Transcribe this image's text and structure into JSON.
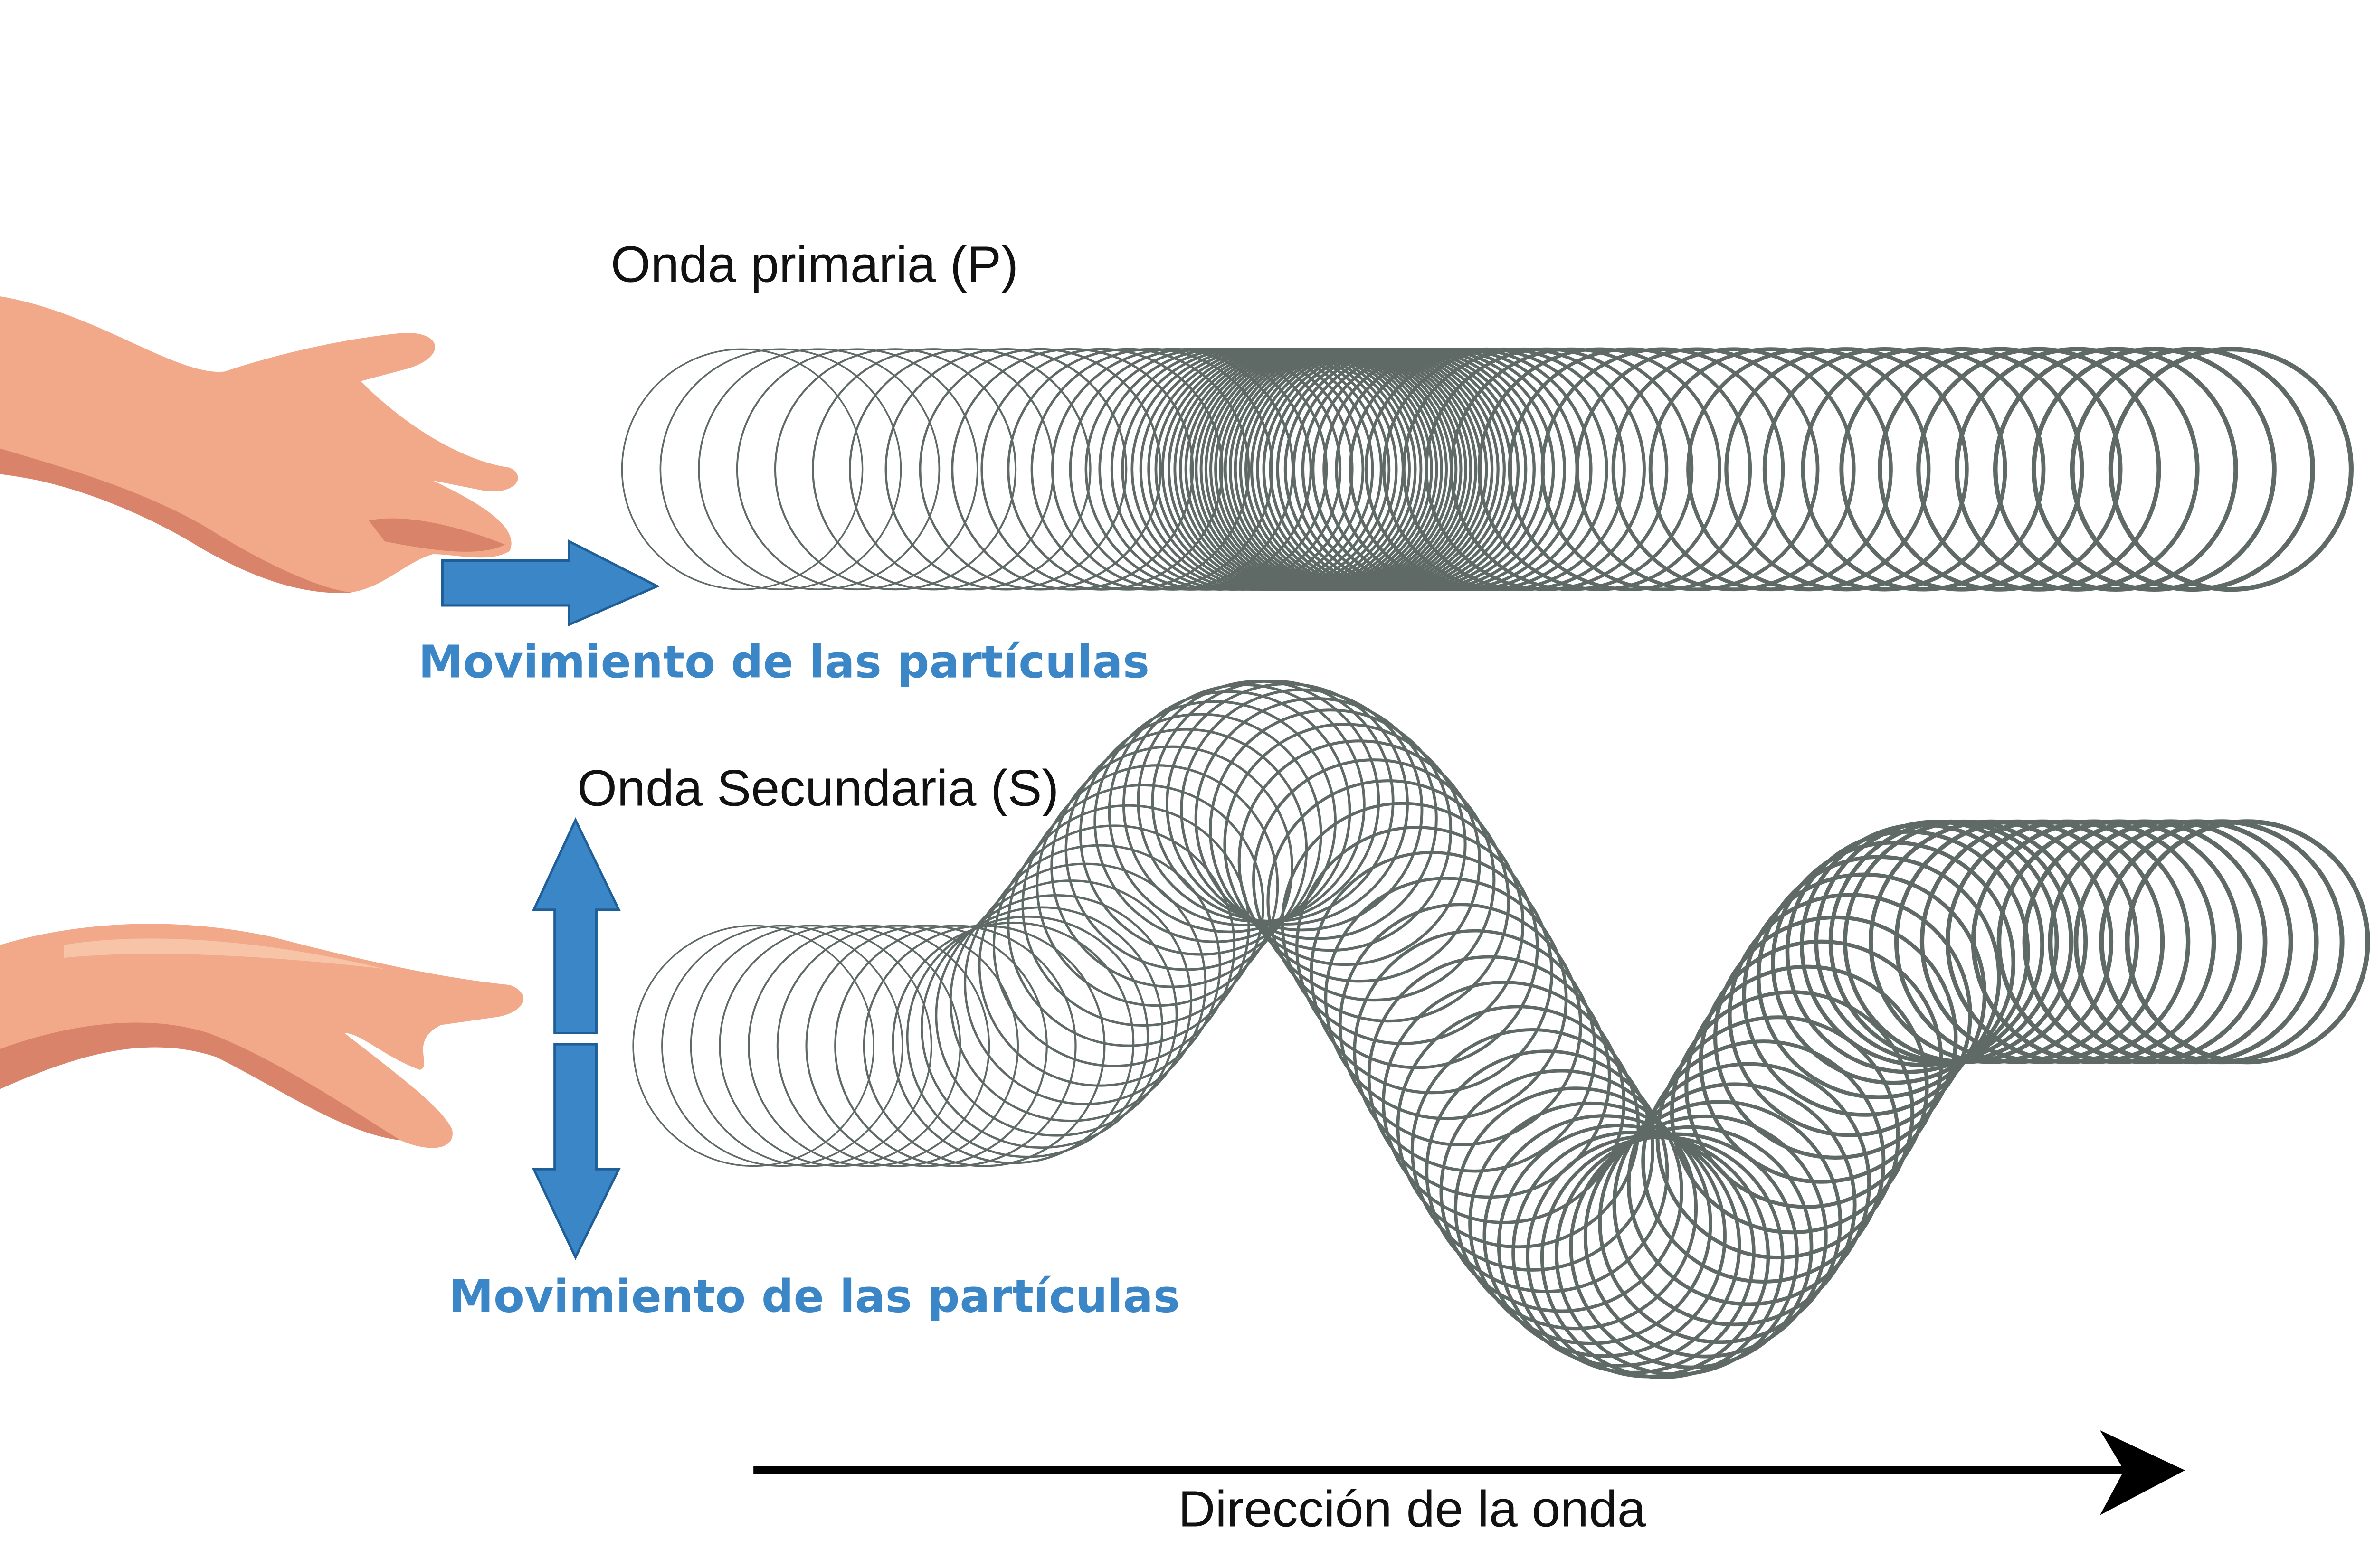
{
  "p_wave": {
    "title": "Onda primaria (P)",
    "particle_label": "Movimiento de las partículas"
  },
  "s_wave": {
    "title": "Onda Secundaria (S)",
    "particle_label": "Movimiento de las partículas"
  },
  "direction_label": "Dirección de la onda",
  "colors": {
    "arrow_blue": "#3b86c6",
    "spring": "#5f6a67",
    "skin": "#f2a98a",
    "skin_shadow": "#d9836a",
    "direction_arrow": "#000000"
  }
}
